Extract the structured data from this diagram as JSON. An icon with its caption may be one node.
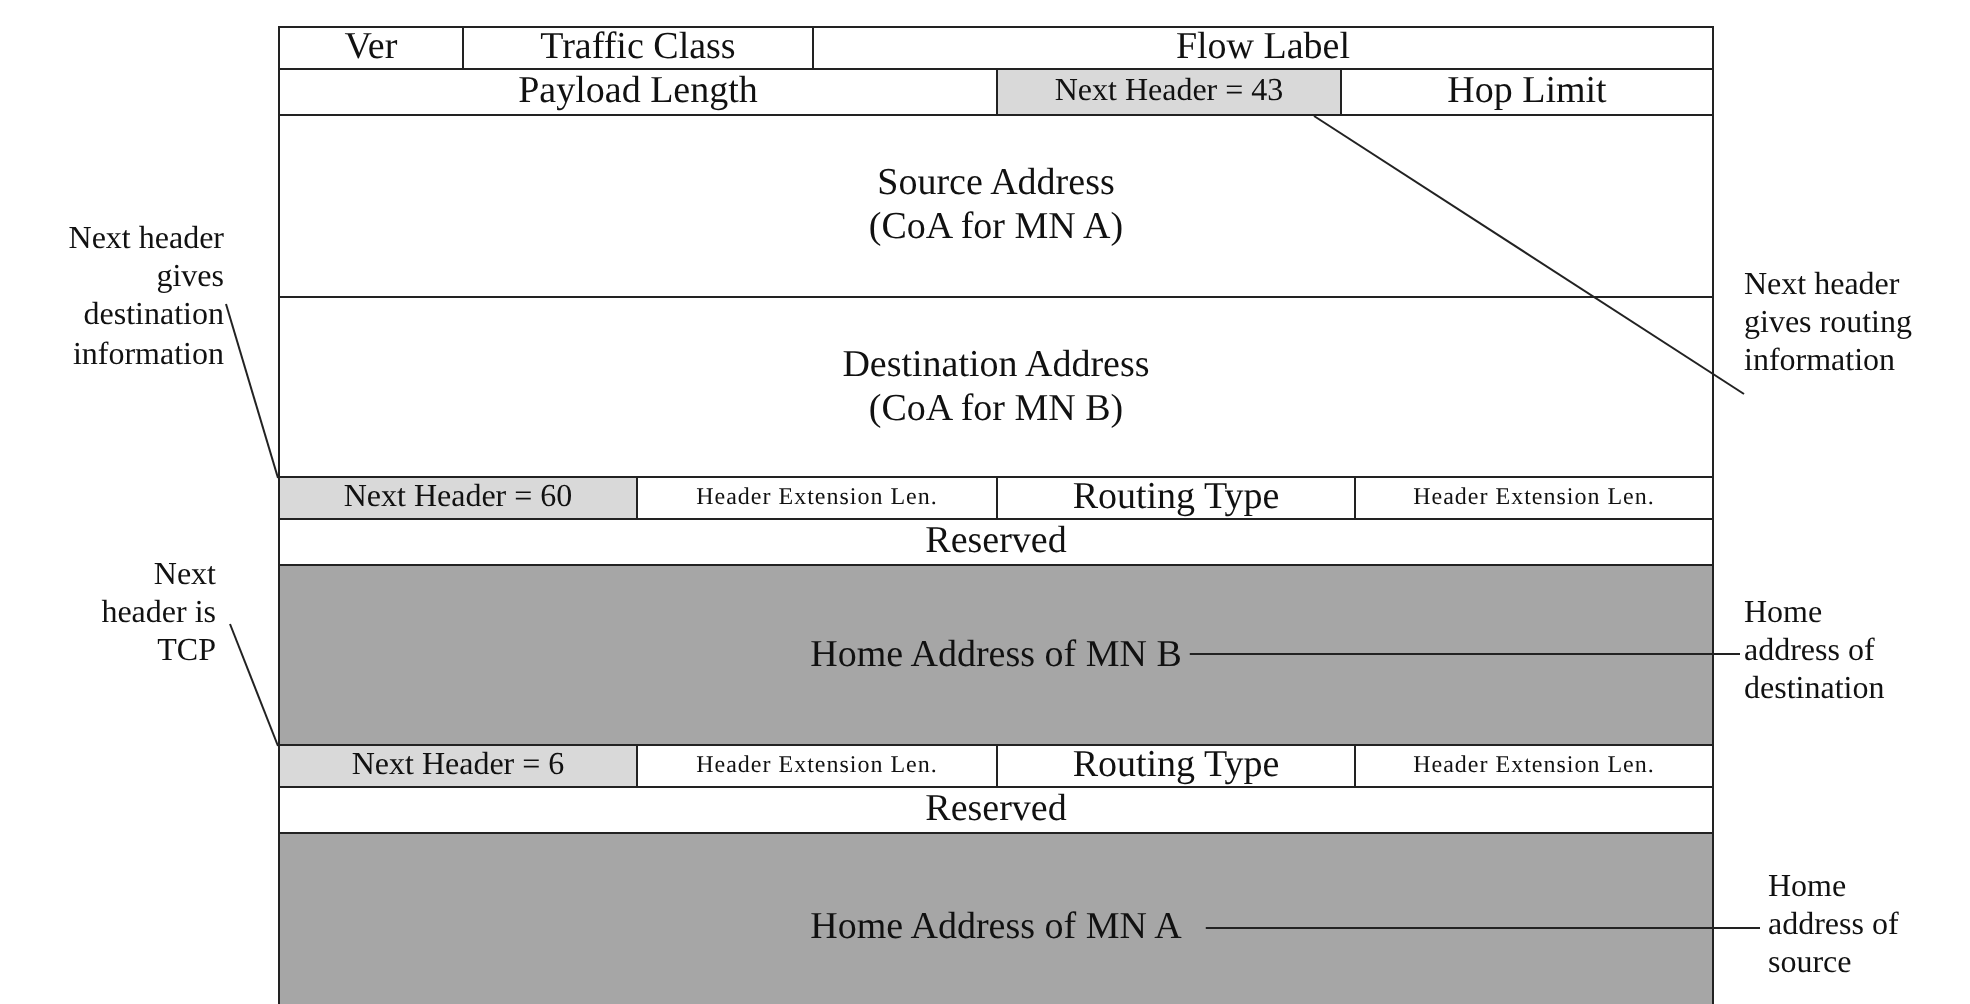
{
  "diagram": {
    "nodes": [
      {
        "text": [
          "Ver"
        ]
      },
      {
        "text": [
          "Traffic Class"
        ]
      },
      {
        "text": [
          "Flow Label"
        ]
      },
      {
        "text": [
          "Payload Length"
        ]
      },
      {
        "text": [
          "Next Header = 43"
        ]
      },
      {
        "text": [
          "Hop Limit"
        ]
      },
      {
        "text": [
          "Source Address",
          "(CoA for MN A)"
        ]
      },
      {
        "text": [
          "Destination Address",
          "(CoA for MN B)"
        ]
      },
      {
        "text": [
          "Next Header = 60"
        ]
      },
      {
        "text": [
          "Header Extension Len."
        ]
      },
      {
        "text": [
          "Routing Type"
        ]
      },
      {
        "text": [
          "Header Extension Len."
        ]
      },
      {
        "text": [
          "Reserved"
        ]
      },
      {
        "text": [
          "Home Address of MN B"
        ]
      },
      {
        "text": [
          "Next Header = 6"
        ]
      },
      {
        "text": [
          "Header Extension Len."
        ]
      },
      {
        "text": [
          "Routing Type"
        ]
      },
      {
        "text": [
          "Header Extension Len."
        ]
      },
      {
        "text": [
          "Reserved"
        ]
      },
      {
        "text": [
          "Home Address of MN A"
        ]
      },
      {
        "text": [
          "Next header gives destination information"
        ]
      },
      {
        "text": [
          "Next header gives routing information"
        ]
      },
      {
        "text": [
          "Next header is TCP"
        ]
      },
      {
        "text": [
          "Home address of destination"
        ]
      },
      {
        "text": [
          "Home address of source"
        ]
      }
    ],
    "edges": [
      {
        "from": 21,
        "to": 4,
        "arrow": "none"
      },
      {
        "from": 20,
        "to": 8,
        "arrow": "none"
      },
      {
        "from": 22,
        "to": 14,
        "arrow": "none"
      },
      {
        "from": 23,
        "to": 13,
        "arrow": "none"
      },
      {
        "from": 24,
        "to": 19,
        "arrow": "none"
      }
    ]
  }
}
